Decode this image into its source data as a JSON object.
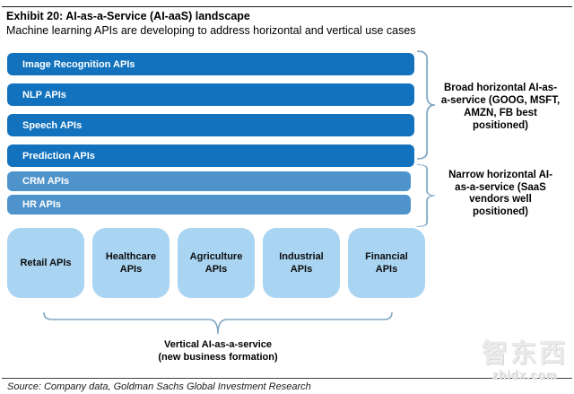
{
  "header": {
    "title": "Exhibit 20: AI-as-a-Service (AI-aaS) landscape",
    "subtitle": "Machine learning APIs are developing to address horizontal and vertical use cases"
  },
  "diagram": {
    "broad_horizontal_bars": [
      {
        "label": "Image Recognition APIs"
      },
      {
        "label": "NLP APIs"
      },
      {
        "label": "Speech APIs"
      },
      {
        "label": "Prediction APIs"
      }
    ],
    "narrow_horizontal_bars": [
      {
        "label": "CRM APIs"
      },
      {
        "label": "HR APIs"
      }
    ],
    "vertical_boxes": [
      {
        "label": "Retail APIs"
      },
      {
        "label": "Healthcare APIs"
      },
      {
        "label": "Agriculture APIs"
      },
      {
        "label": "Industrial APIs"
      },
      {
        "label": "Financial APIs"
      }
    ],
    "annotations": {
      "broad": {
        "full_text": "Broad horizontal AI-as-a-service (GOOG, MSFT, AMZN, FB best positioned)",
        "lines": [
          "Broad horizontal AI-as-",
          "a-service (GOOG, MSFT,",
          "AMZN, FB best",
          "positioned)"
        ]
      },
      "narrow": {
        "full_text": "Narrow horizontal AI-as-a-service (SaaS vendors well positioned)",
        "lines": [
          "Narrow horizontal AI-",
          "as-a-service (SaaS",
          "vendors well",
          "positioned)"
        ]
      },
      "vertical": {
        "full_text": "Vertical AI-as-a-service (new business formation)",
        "lines": [
          "Vertical AI-as-a-service",
          "(new business formation)"
        ]
      }
    },
    "colors": {
      "broad_bar_blue": "#1272BD",
      "narrow_bar_blue": "#4E93CB",
      "vertical_box_blue": "#A9D4F2",
      "brace_stroke": "#7FA8C4"
    }
  },
  "footer": {
    "source": "Source: Company data, Goldman Sachs Global Investment Research"
  },
  "watermark": {
    "logo_text": "智东西",
    "site": "zhidx.com"
  }
}
